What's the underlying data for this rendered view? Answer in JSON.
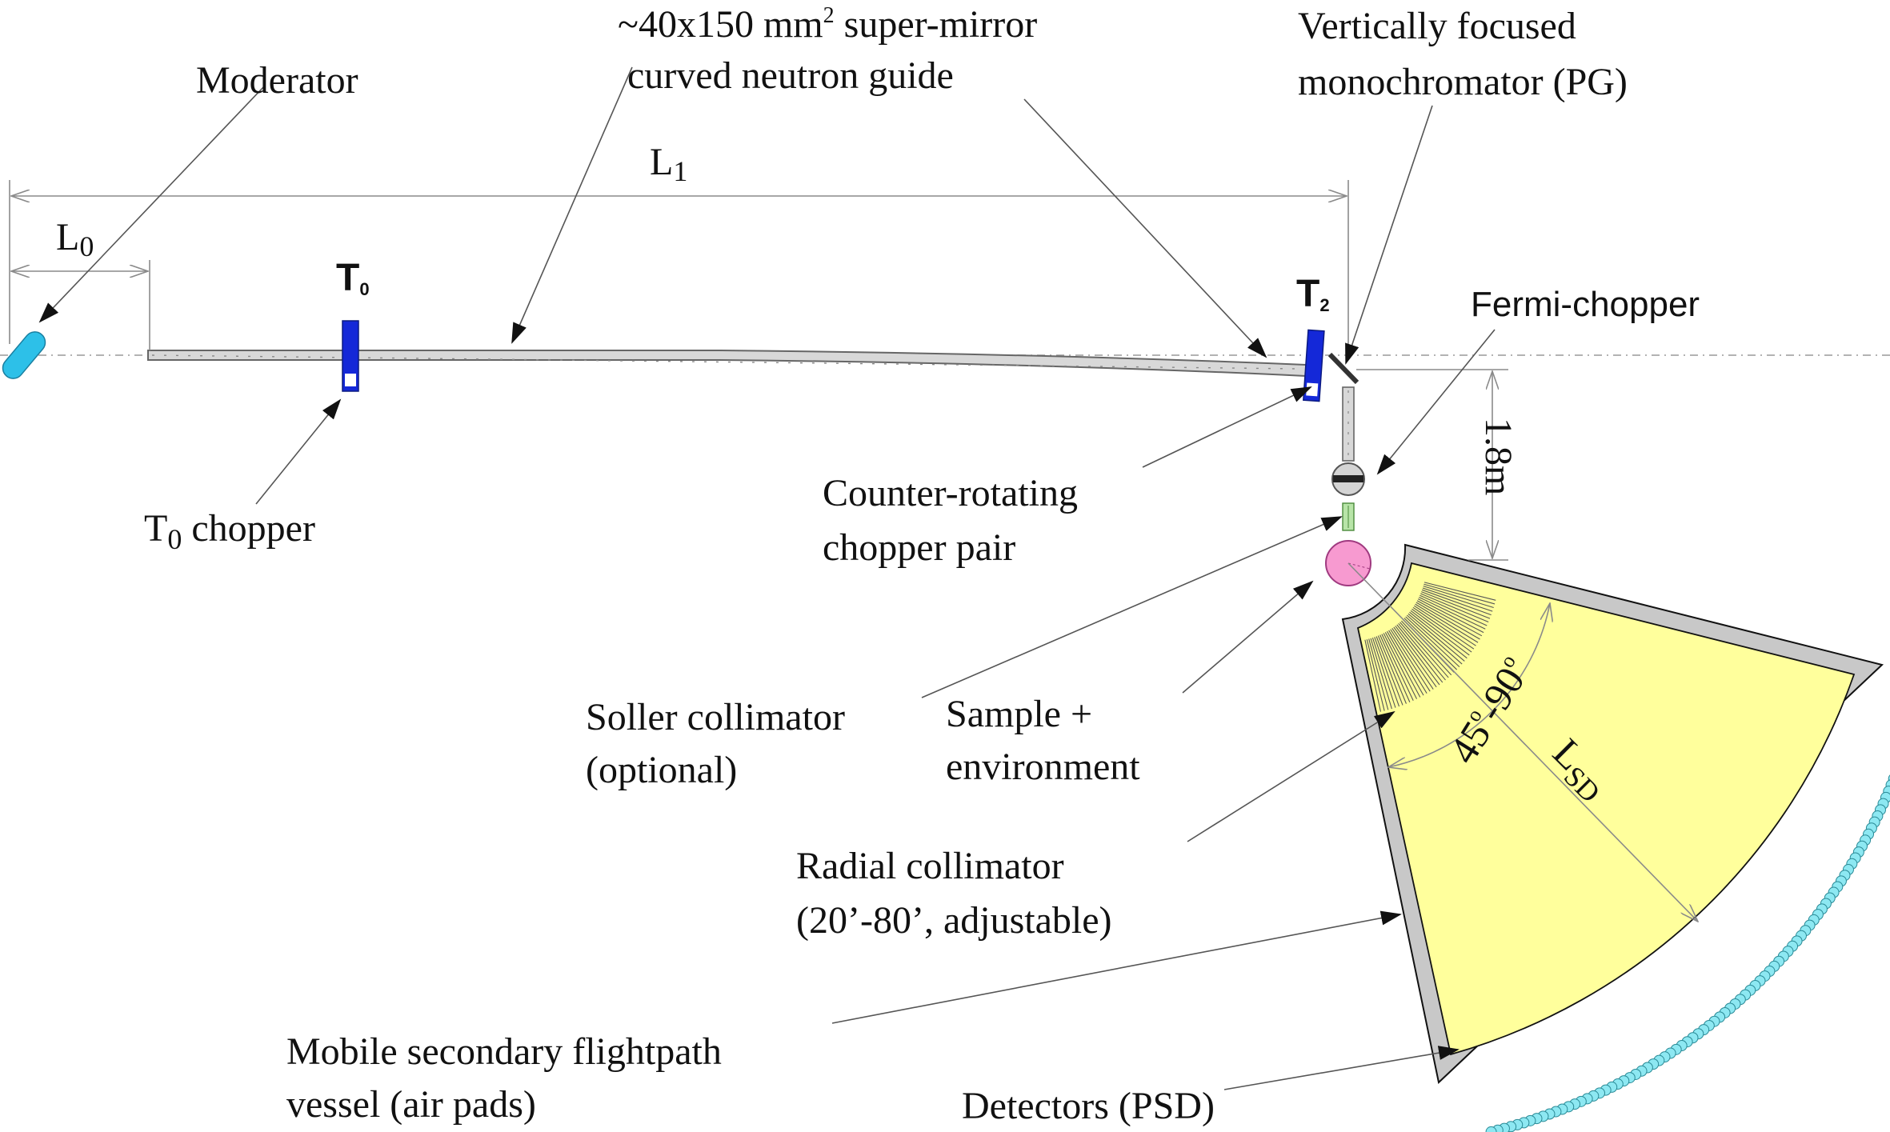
{
  "labels": {
    "moderator": "Moderator",
    "guide_1": "~40x150 mm",
    "guide_sup": "2",
    "guide_2": " super-mirror",
    "guide_3": "curved neutron guide",
    "mono_1": "Vertically focused",
    "mono_2": "monochromator (PG)",
    "L1": "L",
    "L1_sub": "1",
    "L0": "L",
    "L0_sub": "0",
    "T0": "T",
    "T0_sub": "0",
    "T2": "T",
    "T2_sub": "2",
    "fermi": "Fermi-chopper",
    "distance": "1.8m",
    "counter_1": "Counter-rotating",
    "counter_2": "chopper pair",
    "t0chopper": "T",
    "t0chopper_sub": "0",
    "t0chopper_rest": " chopper",
    "soller_1": "Soller collimator",
    "soller_2": "(optional)",
    "sample_1": "Sample +",
    "sample_2": "environment",
    "angle": "45",
    "angle_deg1": "o",
    "angle_mid": "-90",
    "angle_deg2": "o",
    "lsd": "L",
    "lsd_sub": "SD",
    "radial_1": "Radial collimator",
    "radial_2": "(20’-80’, adjustable)",
    "mobile_1": "Mobile secondary flightpath",
    "mobile_2": " vessel (air pads)",
    "detectors": "Detectors (PSD)"
  },
  "colors": {
    "moderator": "#2dc0e8",
    "chopper": "#1428d8",
    "sample": "#f79ad0",
    "vessel_fill": "#ffff9c",
    "vessel_wall": "#c8c8c8",
    "detector": "#8de8f2",
    "soller": "#b8e4a8"
  }
}
